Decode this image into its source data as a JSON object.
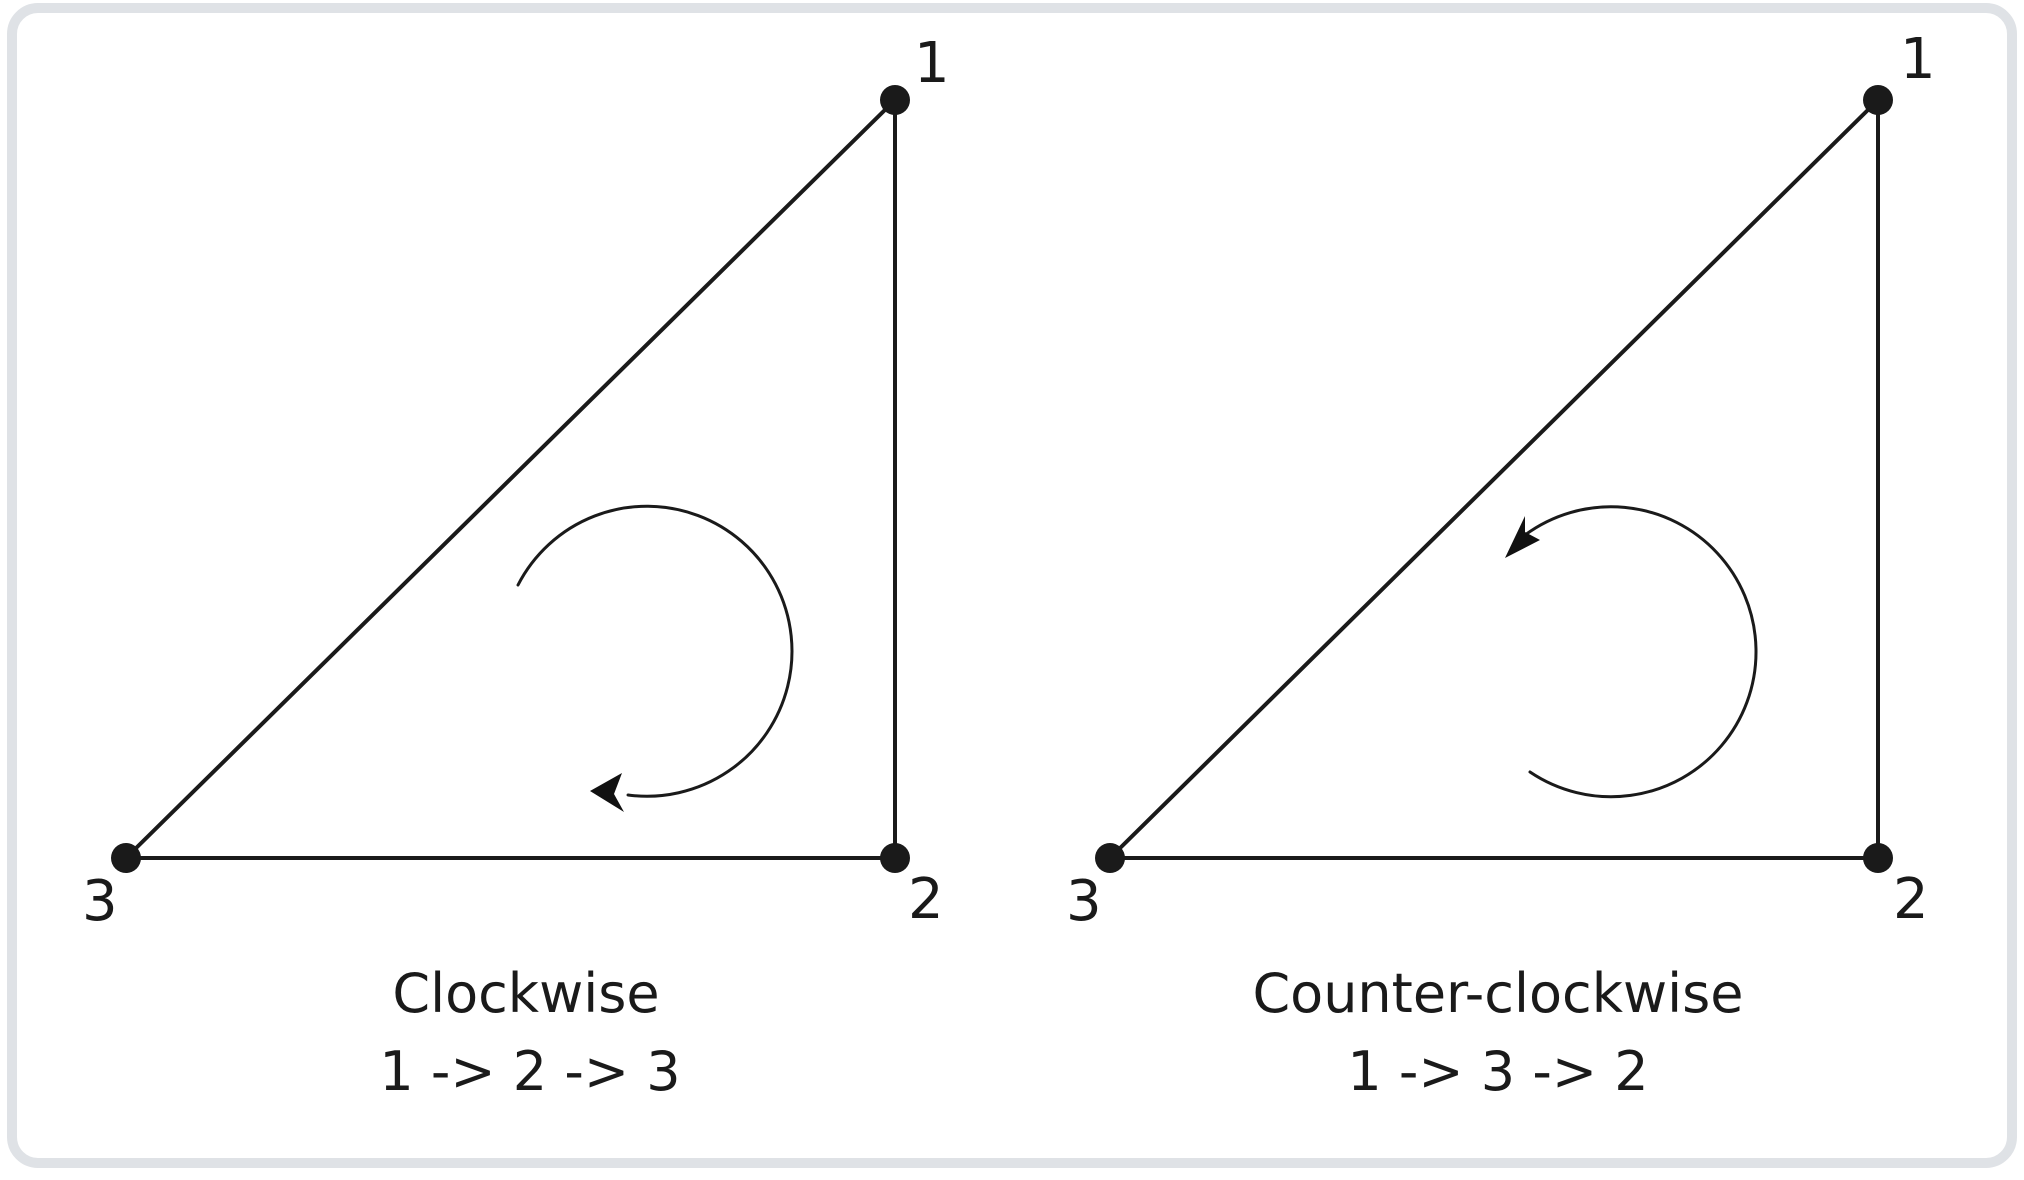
{
  "diagrams": [
    {
      "id": "clockwise",
      "caption": "Clockwise",
      "order": "1 -> 2 -> 3",
      "direction": "clockwise",
      "vertex_labels": [
        "1",
        "2",
        "3"
      ]
    },
    {
      "id": "counter-clockwise",
      "caption": "Counter-clockwise",
      "order": "1 -> 3 -> 2",
      "direction": "counter-clockwise",
      "vertex_labels": [
        "1",
        "2",
        "3"
      ]
    }
  ],
  "colors": {
    "line": "#1a1a1a",
    "frame": "#dfe2e6",
    "background": "#ffffff"
  }
}
